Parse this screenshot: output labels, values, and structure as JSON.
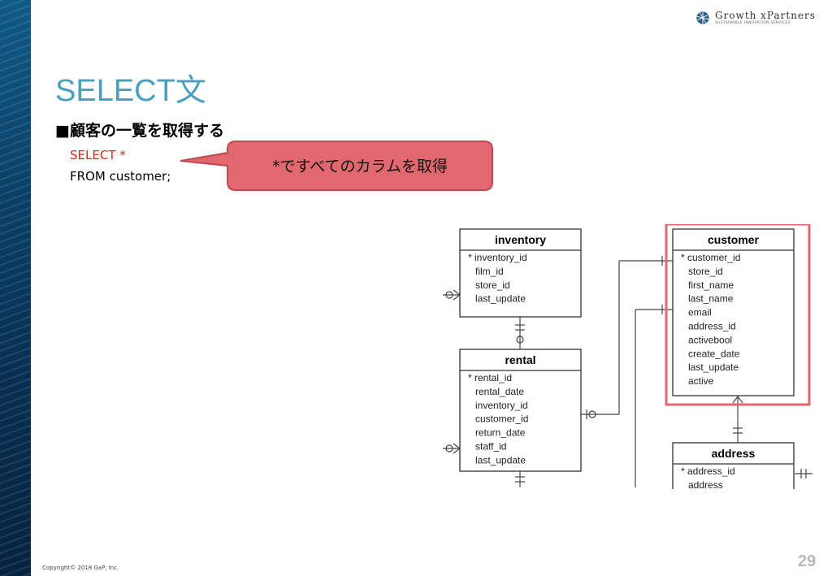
{
  "brand": {
    "name": "Growth xPartners",
    "tagline": "SUSTAINABLE INNOVATION SERVICES"
  },
  "slide": {
    "title": "SELECT文",
    "subtitle": "■顧客の一覧を取得する",
    "sql": [
      "SELECT *",
      "FROM customer;"
    ],
    "callout": "*ですべてのカラムを取得",
    "copyright": "Copyright© 2018 GxP, Inc.",
    "page_number": "29"
  },
  "colors": {
    "title": "#4a9fbe",
    "sql_keyword": "#d9261c",
    "callout_fill": "#e0686e",
    "highlight": "#e0686e"
  },
  "erd": {
    "tables": [
      {
        "name": "inventory",
        "fields": [
          "* inventory_id",
          "film_id",
          "store_id",
          "last_update"
        ]
      },
      {
        "name": "rental",
        "fields": [
          "* rental_id",
          "rental_date",
          "inventory_id",
          "customer_id",
          "return_date",
          "staff_id",
          "last_update"
        ]
      },
      {
        "name": "customer",
        "highlighted": true,
        "fields": [
          "* customer_id",
          "store_id",
          "first_name",
          "last_name",
          "email",
          "address_id",
          "activebool",
          "create_date",
          "last_update",
          "active"
        ]
      },
      {
        "name": "address",
        "fields": [
          "* address_id",
          "address"
        ]
      }
    ]
  }
}
